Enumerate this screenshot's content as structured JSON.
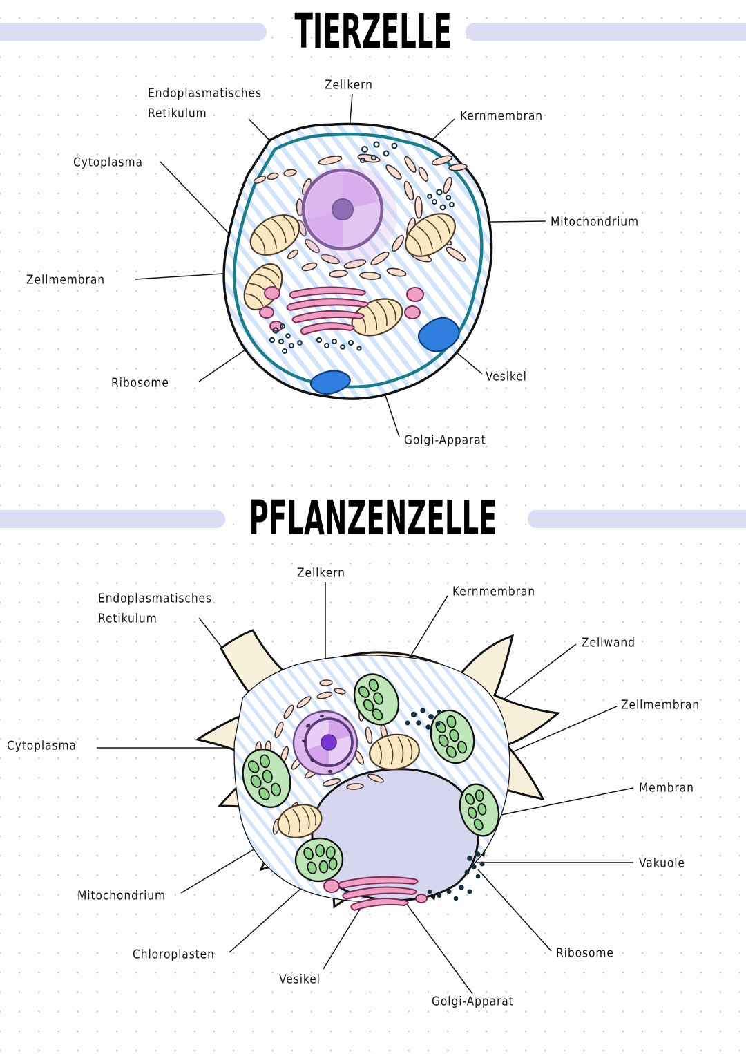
{
  "page": {
    "background": "#fdfdfd",
    "dot_grid_color": "#c9c9d2",
    "highlight_bar_color": "#dcdcf4"
  },
  "sections": [
    {
      "id": "animal-cell",
      "title": "TIERZELLE",
      "labels": [
        {
          "key": "er",
          "text": "Endoplasmatisches"
        },
        {
          "key": "er2",
          "text": "Retikulum"
        },
        {
          "key": "nucleus",
          "text": "Zellkern"
        },
        {
          "key": "nuclear_mem",
          "text": "Kernmembran"
        },
        {
          "key": "cytoplasm",
          "text": "Cytoplasma"
        },
        {
          "key": "mitochondrion",
          "text": "Mitochondrium"
        },
        {
          "key": "cell_mem",
          "text": "Zellmembran"
        },
        {
          "key": "ribosome",
          "text": "Ribosome"
        },
        {
          "key": "vesicle",
          "text": "Vesikel"
        },
        {
          "key": "golgi",
          "text": "Golgi-Apparat"
        }
      ]
    },
    {
      "id": "plant-cell",
      "title": "PFLANZENZELLE",
      "labels": [
        {
          "key": "er",
          "text": "Endoplasmatisches"
        },
        {
          "key": "er2",
          "text": "Retikulum"
        },
        {
          "key": "nucleus",
          "text": "Zellkern"
        },
        {
          "key": "nuclear_mem",
          "text": "Kernmembran"
        },
        {
          "key": "cell_wall",
          "text": "Zellwand"
        },
        {
          "key": "cell_mem",
          "text": "Zellmembran"
        },
        {
          "key": "membrane",
          "text": "Membran"
        },
        {
          "key": "vacuole",
          "text": "Vakuole"
        },
        {
          "key": "cytoplasm",
          "text": "Cytoplasma"
        },
        {
          "key": "mitochondrion",
          "text": "Mitochondrium"
        },
        {
          "key": "chloroplasts",
          "text": "Chloroplasten"
        },
        {
          "key": "vesicle",
          "text": "Vesikel"
        },
        {
          "key": "golgi",
          "text": "Golgi-Apparat"
        },
        {
          "key": "ribosome",
          "text": "Ribosome"
        }
      ]
    }
  ],
  "colors": {
    "outline": "#111111",
    "teal_membrane": "#1b7c8c",
    "cytoplasm_hatch": "#cfe2f8",
    "nucleus_fill": "#dcb6ee",
    "nucleus_inner": "#e8cdf5",
    "nucleus_membrane": "#5b3a78",
    "nucleolus": "#6d4f9c",
    "mitochondrion_fill": "#fae7c4",
    "golgi_pink": "#ef9fc4",
    "vesicle_blue": "#2f7fe0",
    "chloroplast_fill": "#bfe6b9",
    "chloroplast_grana": "#8fd08a",
    "vacuole_fill": "#d6d6ee",
    "cell_wall_fill": "#f7f1dc",
    "er_fill": "#f6ddd0",
    "ribosome_dot": "#15313f"
  }
}
